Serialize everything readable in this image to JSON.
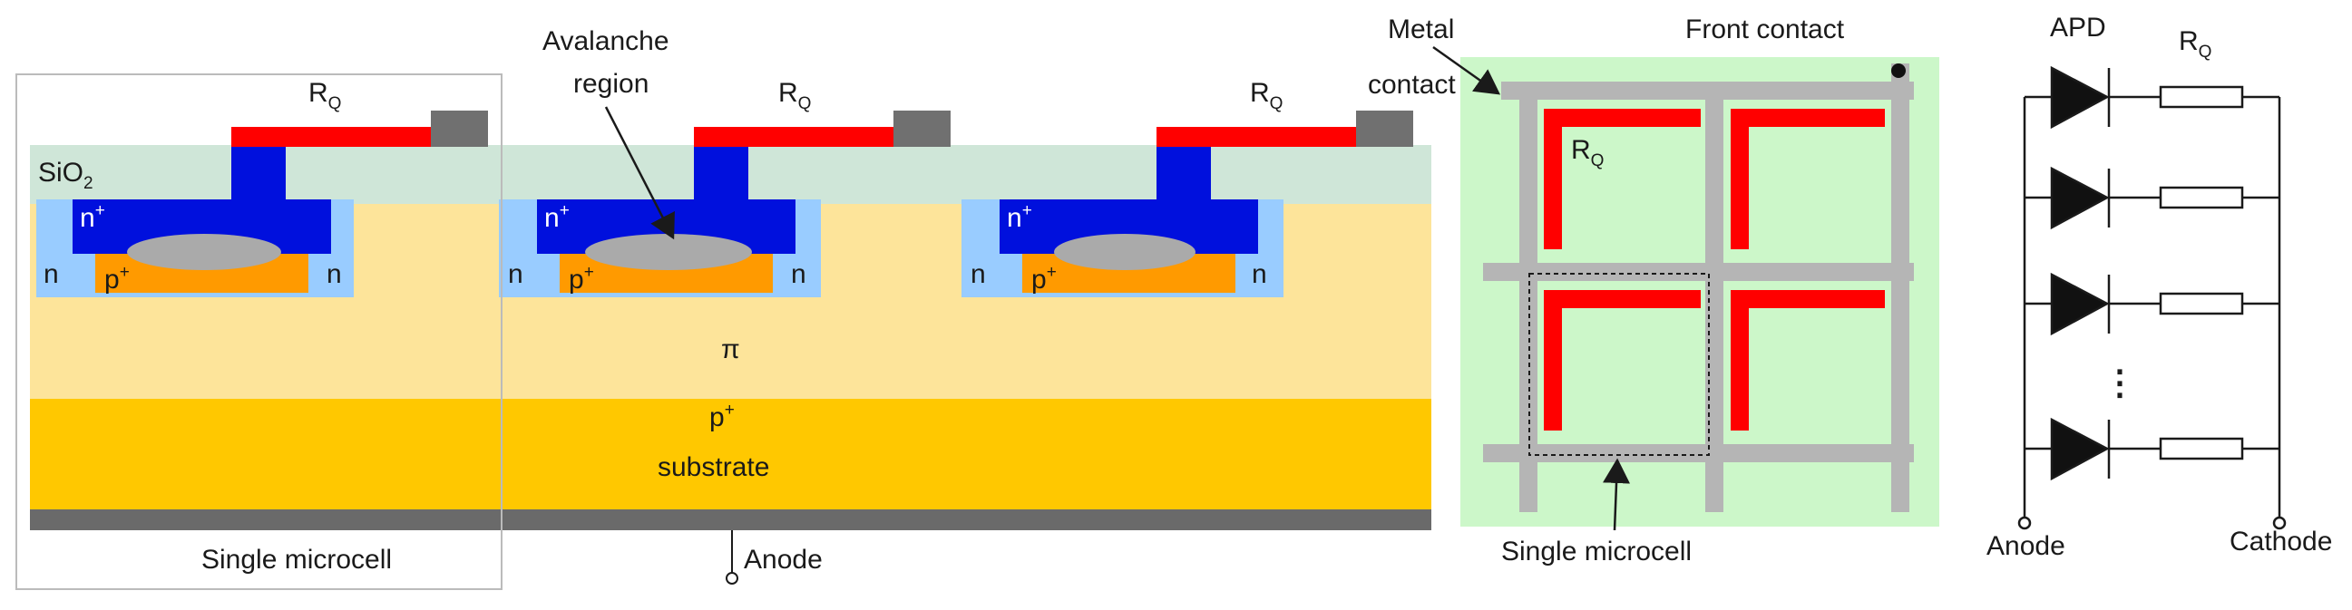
{
  "cross_section": {
    "labels": {
      "sio2": "SiO",
      "sio2_sub": "2",
      "n": "n",
      "n_plus": "n",
      "p_plus": "p",
      "plus": "+",
      "rq": "R",
      "rq_sub": "Q",
      "pi": "π",
      "substrate_p": "p",
      "substrate_word": "substrate",
      "avalanche_line1": "Avalanche",
      "avalanche_line2": "region",
      "single_microcell": "Single microcell",
      "anode": "Anode"
    },
    "colors": {
      "oxide": "#cfe6d8",
      "pi_layer": "#fde49a",
      "substrate": "#ffc800",
      "n_region": "#99ccff",
      "n_plus": "#0010dd",
      "p_plus": "#ff9a00",
      "avalanche": "#aaaaaa",
      "resistor": "#ff0000",
      "contact": "#707070",
      "back_metal": "#6a6a6a"
    }
  },
  "top_view": {
    "labels": {
      "metal_line1": "Metal",
      "metal_line2": "contact",
      "front_contact": "Front contact",
      "rq": "R",
      "rq_sub": "Q",
      "single_microcell": "Single microcell"
    },
    "colors": {
      "background": "#ccf7c9",
      "grid": "#b5b5b5",
      "resistor": "#ff0000"
    }
  },
  "circuit": {
    "labels": {
      "apd": "APD",
      "rq": "R",
      "rq_sub": "Q",
      "anode": "Anode",
      "cathode": "Cathode",
      "ellipsis": "⋮"
    }
  }
}
